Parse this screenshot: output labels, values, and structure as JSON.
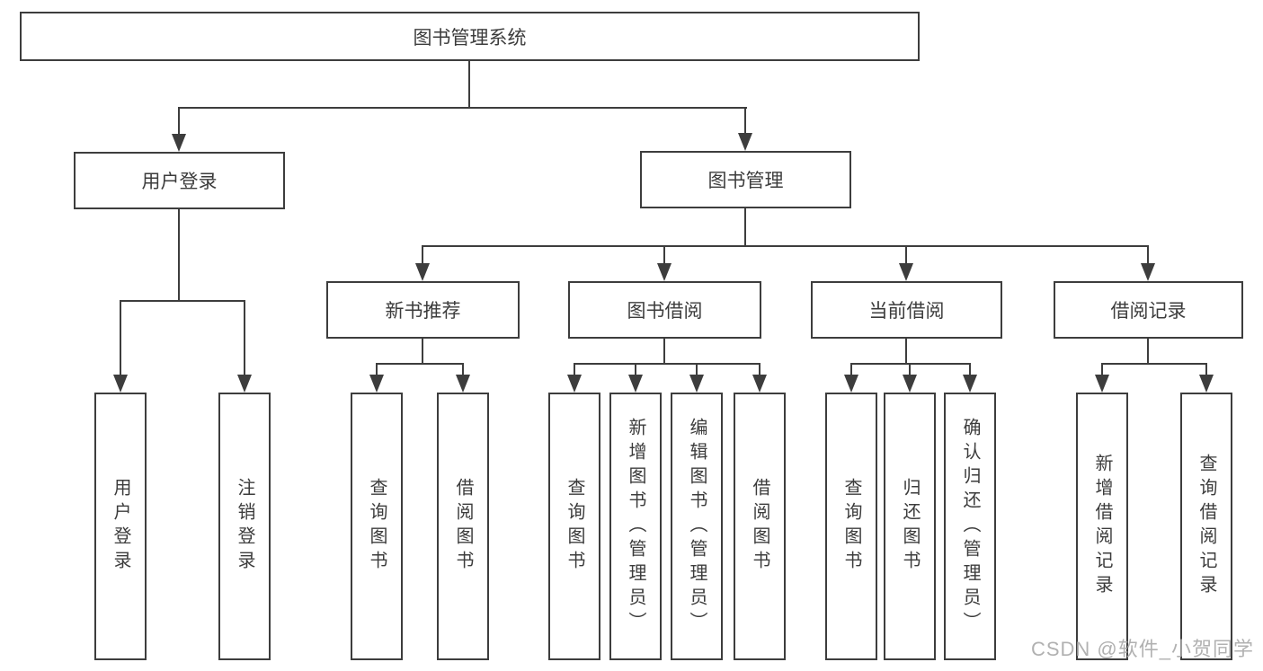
{
  "diagram": {
    "title": "图书管理系统",
    "type": "hierarchy-tree",
    "root": {
      "label": "图书管理系统"
    },
    "level2": [
      {
        "label": "用户登录",
        "parent": "图书管理系统"
      },
      {
        "label": "图书管理",
        "parent": "图书管理系统"
      }
    ],
    "level3": [
      {
        "label": "新书推荐",
        "parent": "图书管理"
      },
      {
        "label": "图书借阅",
        "parent": "图书管理"
      },
      {
        "label": "当前借阅",
        "parent": "图书管理"
      },
      {
        "label": "借阅记录",
        "parent": "图书管理"
      }
    ],
    "leaves": [
      {
        "label": "用户登录",
        "parent": "用户登录"
      },
      {
        "label": "注销登录",
        "parent": "用户登录"
      },
      {
        "label": "查询图书",
        "parent": "新书推荐"
      },
      {
        "label": "借阅图书",
        "parent": "新书推荐"
      },
      {
        "label": "查询图书",
        "parent": "图书借阅"
      },
      {
        "label": "新增图书（管理员）",
        "parent": "图书借阅"
      },
      {
        "label": "编辑图书（管理员）",
        "parent": "图书借阅"
      },
      {
        "label": "借阅图书",
        "parent": "图书借阅"
      },
      {
        "label": "查询图书",
        "parent": "当前借阅"
      },
      {
        "label": "归还图书",
        "parent": "当前借阅"
      },
      {
        "label": "确认归还（管理员）",
        "parent": "当前借阅"
      },
      {
        "label": "新增借阅记录",
        "parent": "借阅记录"
      },
      {
        "label": "查询借阅记录",
        "parent": "借阅记录"
      }
    ],
    "colors": {
      "line": "#3d3d3d",
      "text": "#3c3c3c",
      "background": "#ffffff",
      "watermark": "#a8a8a8"
    }
  },
  "watermark": {
    "text": "CSDN @软件_小贺同学"
  }
}
